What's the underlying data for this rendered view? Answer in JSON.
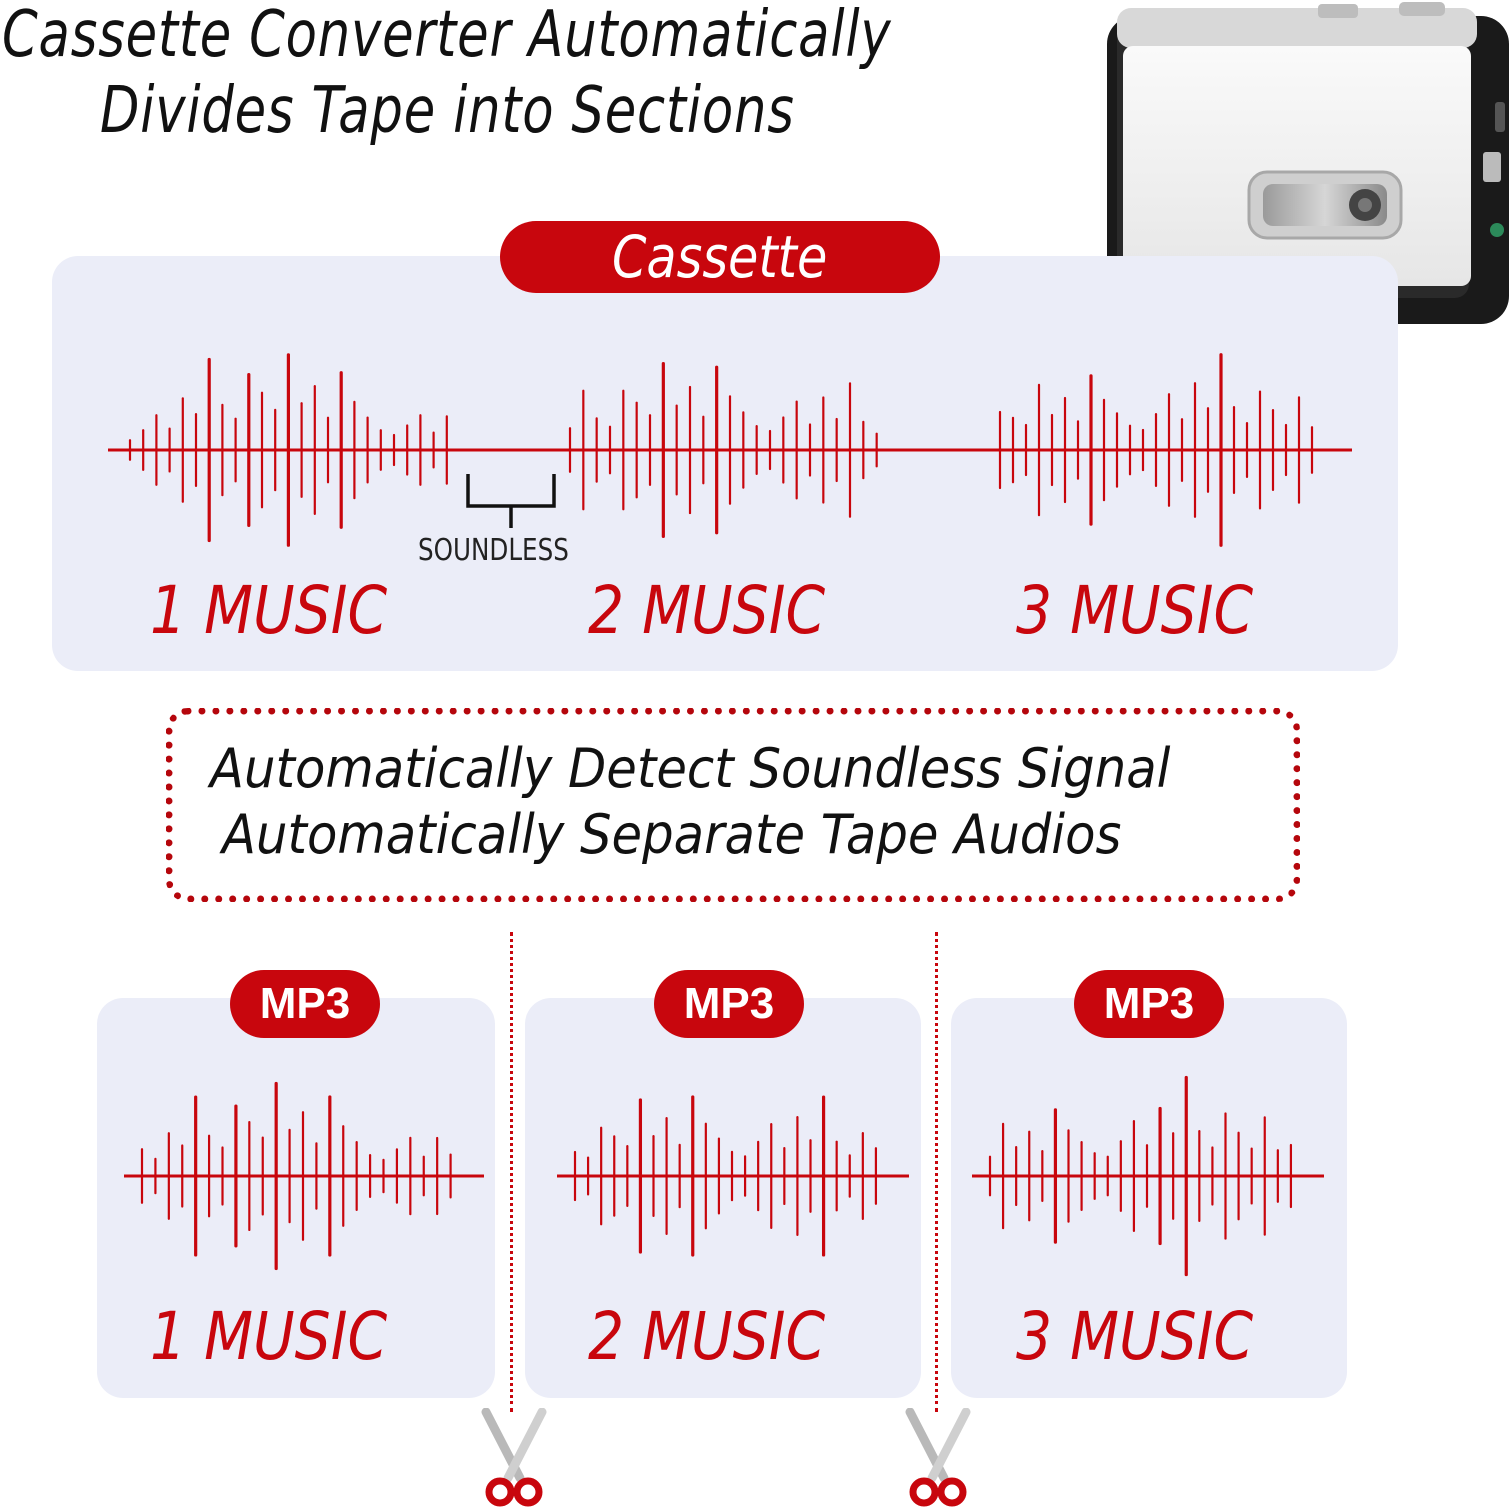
{
  "header": {
    "title_line1": "Cassette Converter Automatically",
    "title_line2": "Divides Tape into Sections"
  },
  "cassette_section": {
    "badge": "Cassette",
    "soundless_label": "SOUNDLESS",
    "tracks": [
      "1 MUSIC",
      "2 MUSIC",
      "3 MUSIC"
    ]
  },
  "detect_box": {
    "line1": "Automatically Detect Soundless Signal",
    "line2": "Automatically Separate Tape Audios"
  },
  "mp3_cards": [
    {
      "badge": "MP3",
      "label": "1 MUSIC"
    },
    {
      "badge": "MP3",
      "label": "2 MUSIC"
    },
    {
      "badge": "MP3",
      "label": "3 MUSIC"
    }
  ],
  "colors": {
    "accent_red": "#c8060d",
    "panel_bg": "#ebedf8",
    "scissor_blade": "#b9b9b9"
  },
  "icons": {
    "device": "cassette-converter-device-icon",
    "scissors": "scissors-icon"
  }
}
